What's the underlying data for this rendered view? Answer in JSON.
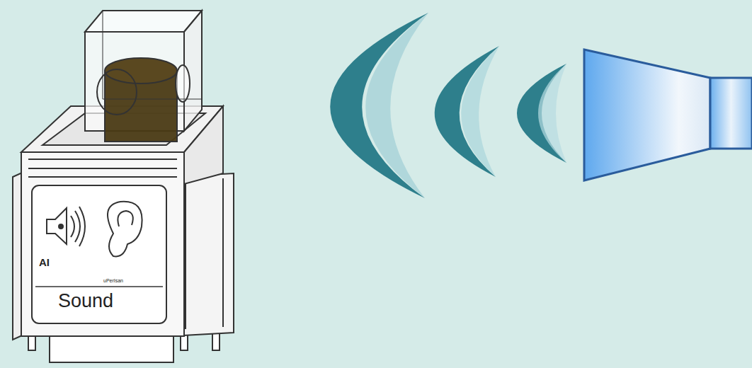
{
  "diagram": {
    "labels": [
      "AI",
      "uPerIsan",
      "Sound"
    ]
  }
}
